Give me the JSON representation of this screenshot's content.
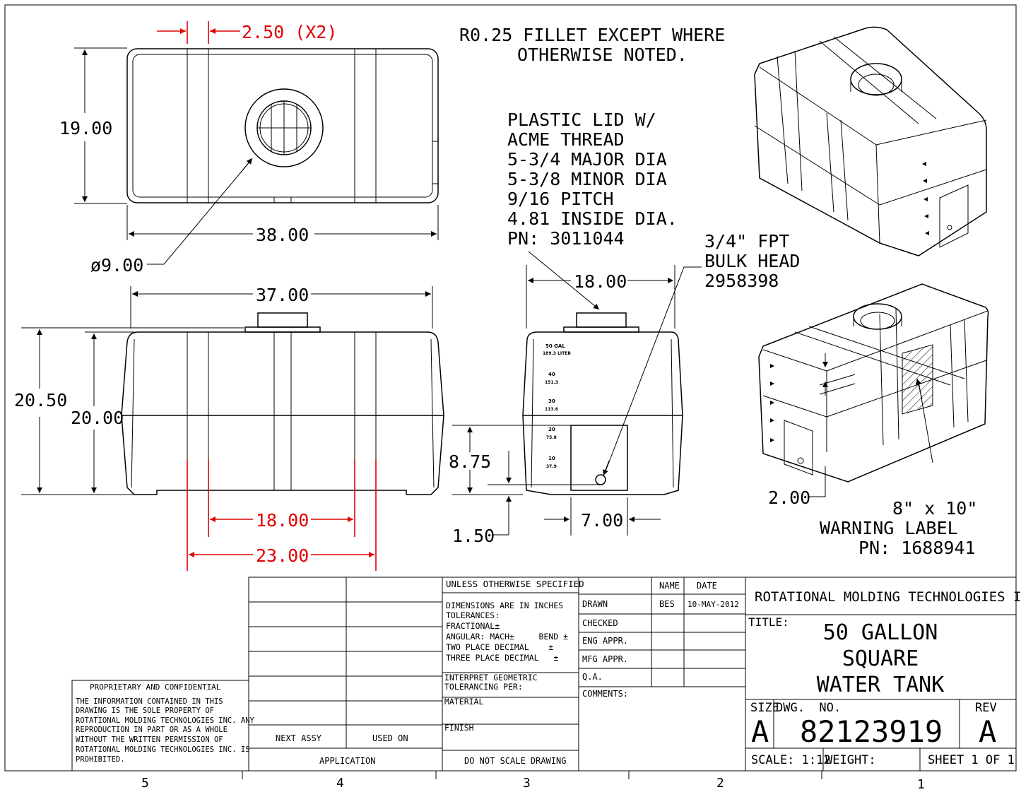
{
  "notes": {
    "fillet": [
      "R0.25 FILLET EXCEPT WHERE",
      "OTHERWISE NOTED."
    ],
    "lid": [
      "PLASTIC LID W/",
      "ACME THREAD",
      "5-3/4 MAJOR DIA",
      "5-3/8 MINOR DIA",
      "9/16 PITCH",
      "4.81 INSIDE DIA.",
      "PN: 3011044"
    ],
    "bulkhead": [
      "3/4\" FPT",
      "BULK HEAD",
      "2958398"
    ],
    "label": [
      "8\" x 10\"",
      "WARNING LABEL",
      "PN: 1688941"
    ]
  },
  "dims": {
    "strap": "2.50 (X2)",
    "top_height": "19.00",
    "top_length": "38.00",
    "opening_dia": "ø9.00",
    "front_length": "37.00",
    "overall_height": "20.50",
    "body_height": "20.00",
    "strap_inner": "18.00",
    "strap_outer": "23.00",
    "side_width": "18.00",
    "outlet_height": "8.75",
    "base_offset": "1.50",
    "door_width": "7.00",
    "iso_offset": "2.00"
  },
  "gauge": {
    "top": "50 GAL",
    "top_liters": "189.3 LITER",
    "marks": [
      {
        "gal": "40",
        "lit": "151.3"
      },
      {
        "gal": "30",
        "lit": "113.6"
      },
      {
        "gal": "20",
        "lit": "75.8"
      },
      {
        "gal": "10",
        "lit": "37.9"
      }
    ]
  },
  "titleblock": {
    "unless": "UNLESS OTHERWISE SPECIFIED",
    "dims_note": "DIMENSIONS ARE IN INCHES",
    "tolerances": "TOLERANCES:",
    "fractional": "FRACTIONAL±",
    "angular": "ANGULAR: MACH±     BEND ±",
    "two_place": "TWO PLACE DECIMAL    ±",
    "three_place": "THREE PLACE DECIMAL   ±",
    "interpret": "INTERPRET GEOMETRIC",
    "tolerancing": "TOLERANCING PER:",
    "material": "MATERIAL",
    "finish": "FINISH",
    "do_not_scale": "DO NOT SCALE DRAWING",
    "name_hdr": "NAME",
    "date_hdr": "DATE",
    "drawn": "DRAWN",
    "drawn_name": "BES",
    "drawn_date": "10-MAY-2012",
    "checked": "CHECKED",
    "eng": "ENG APPR.",
    "mfg": "MFG APPR.",
    "qa": "Q.A.",
    "comments": "COMMENTS:",
    "company": "ROTATIONAL MOLDING TECHNOLOGIES INC.",
    "title_label": "TITLE:",
    "title_lines": [
      "50 GALLON",
      "SQUARE",
      "WATER TANK"
    ],
    "size_label": "SIZE",
    "dwg_label": "DWG.  NO.",
    "rev_label": "REV",
    "size": "A",
    "dwg_no": "82123919",
    "rev": "A",
    "scale": "SCALE: 1:12",
    "weight": "WEIGHT:",
    "sheet": "SHEET 1 OF 1",
    "next_assy": "NEXT ASSY",
    "used_on": "USED ON",
    "application": "APPLICATION",
    "proprietary_title": "PROPRIETARY AND CONFIDENTIAL",
    "proprietary_lines": [
      "THE INFORMATION CONTAINED IN THIS",
      "DRAWING IS THE SOLE PROPERTY OF",
      "ROTATIONAL MOLDING TECHNOLOGIES INC. ANY",
      "REPRODUCTION IN PART OR AS A WHOLE",
      "WITHOUT THE WRITTEN PERMISSION OF",
      "ROTATIONAL MOLDING TECHNOLOGIES INC. IS",
      "PROHIBITED."
    ]
  },
  "zones": [
    "5",
    "4",
    "3",
    "2",
    "1"
  ]
}
